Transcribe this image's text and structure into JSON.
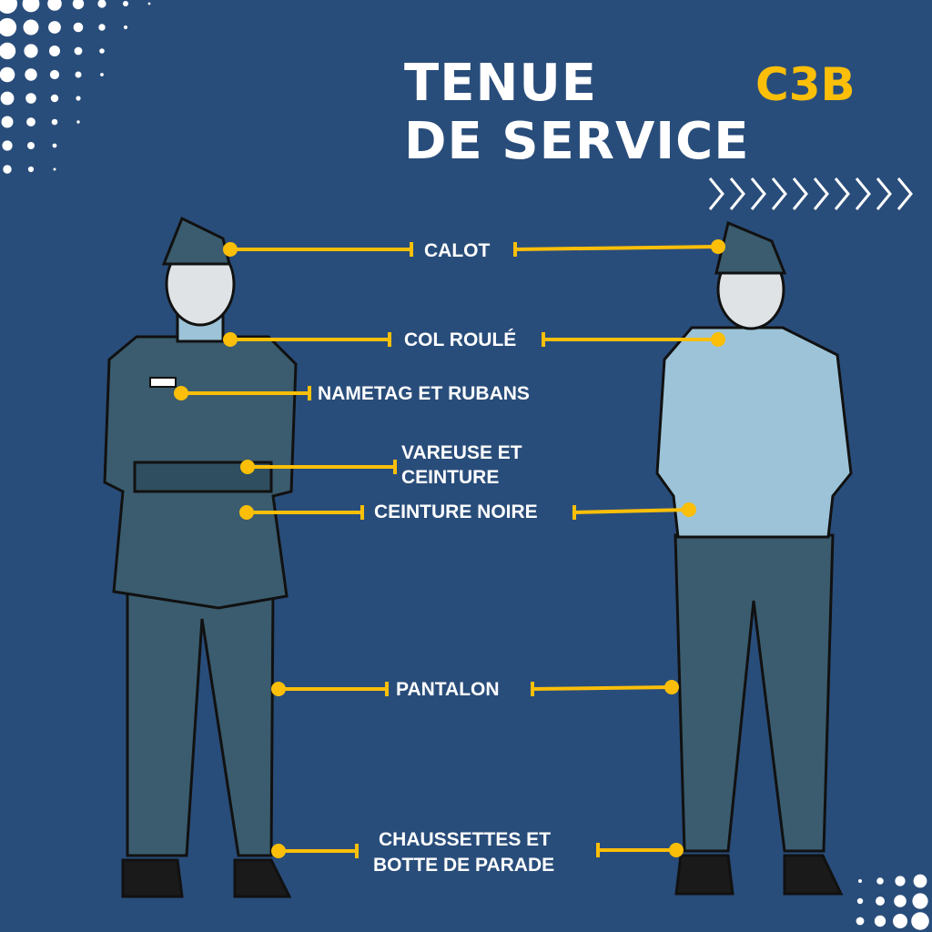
{
  "header": {
    "title_line1": "TENUE",
    "title_line2": "DE SERVICE",
    "badge": "C3B"
  },
  "labels": {
    "calot": "CALOT",
    "col_roule": "COL ROULÉ",
    "nametag": "NAMETAG ET RUBANS",
    "vareuse_1": "VAREUSE ET",
    "vareuse_2": "CEINTURE",
    "ceinture_noire": "CEINTURE NOIRE",
    "pantalon": "PANTALON",
    "chaussettes_1": "CHAUSSETTES ET",
    "chaussettes_2": "BOTTE DE PARADE"
  },
  "colors": {
    "background": "#294d7a",
    "accent": "#fbbf09",
    "uniform": "#3a5c6e",
    "sweater": "#9cc3d8"
  }
}
